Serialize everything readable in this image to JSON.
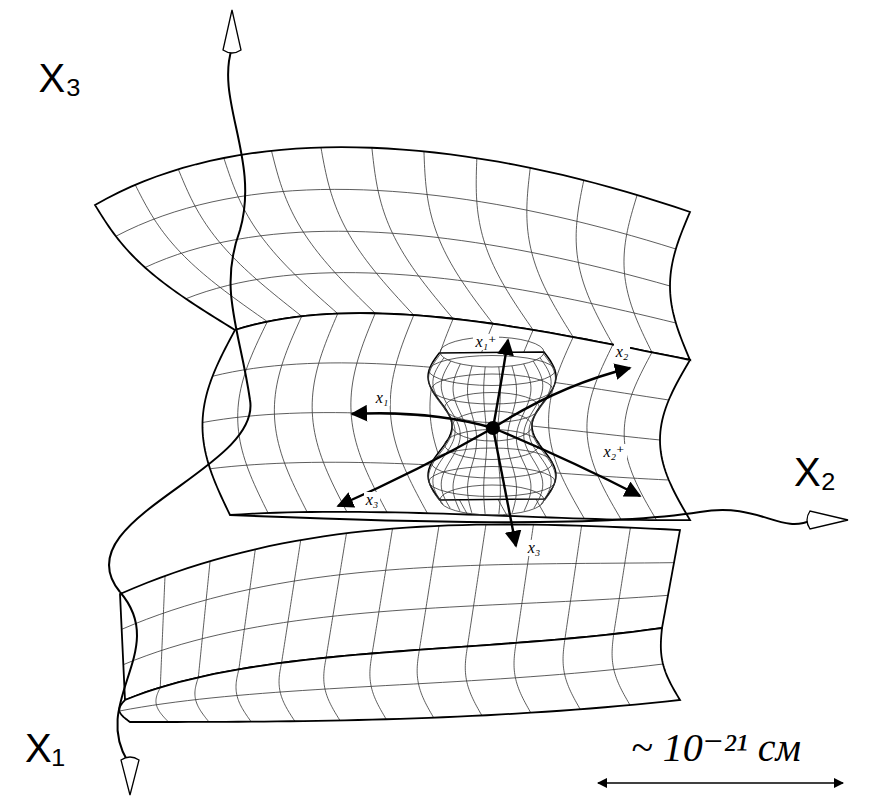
{
  "diagram": {
    "labels": [
      "X₃",
      "x₁⁺",
      "x₂",
      "x₁",
      "x₂⁺",
      "x₃",
      "x₃",
      "X₂",
      "X₁",
      "~ 10⁻²¹ см"
    ]
  }
}
